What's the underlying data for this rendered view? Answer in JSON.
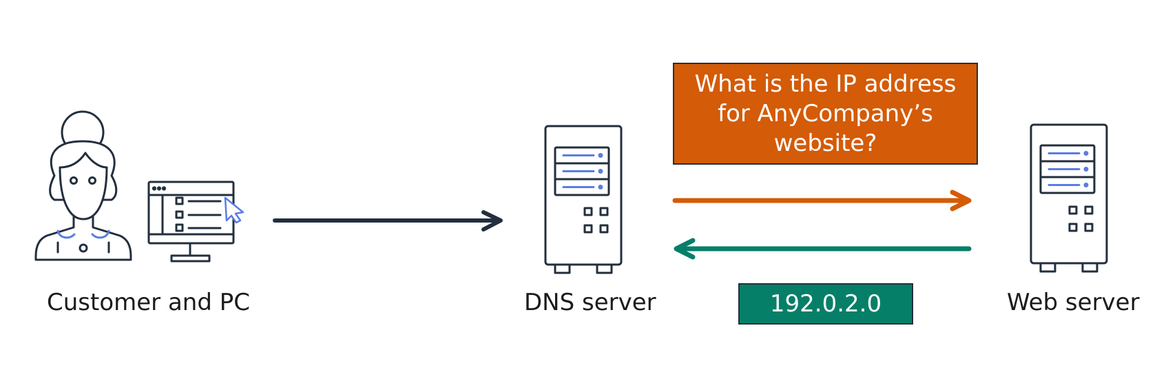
{
  "nodes": {
    "customer": {
      "label": "Customer and PC"
    },
    "dns_server": {
      "label": "DNS server"
    },
    "web_server": {
      "label": "Web server"
    }
  },
  "messages": {
    "query": "What is the IP address for AnyCompany’s website?",
    "answer": "192.0.2.0"
  },
  "colors": {
    "ink": "#232f3e",
    "accent_blue": "#5a7de3",
    "request_orange": "#d45b07",
    "response_green": "#067f68"
  }
}
